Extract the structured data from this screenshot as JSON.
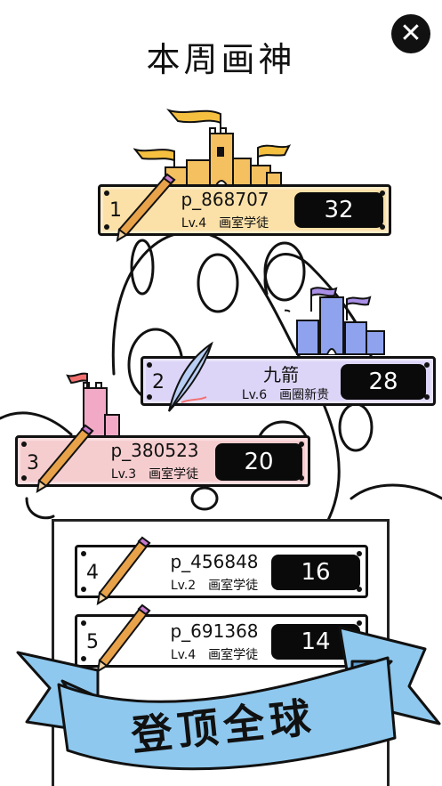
{
  "header": {
    "title": "本周画神",
    "close_icon": "close-x-icon"
  },
  "top3": [
    {
      "rank": "1",
      "name": "p_868707",
      "level": "Lv.4",
      "title": "画室学徒",
      "score": "32",
      "color": "#fbe0a8",
      "castle_color": "#f5c060"
    },
    {
      "rank": "2",
      "name": "九箭",
      "level": "Lv.6",
      "title": "画圈新贵",
      "score": "28",
      "color": "#ddd5f7",
      "castle_color": "#8ea2ee"
    },
    {
      "rank": "3",
      "name": "p_380523",
      "level": "Lv.3",
      "title": "画室学徒",
      "score": "20",
      "color": "#f6cdcf",
      "castle_color": "#f2a9c6"
    }
  ],
  "list": [
    {
      "rank": "4",
      "name": "p_456848",
      "level": "Lv.2",
      "title": "画室学徒",
      "score": "16"
    },
    {
      "rank": "5",
      "name": "p_691368",
      "level": "Lv.4",
      "title": "画室学徒",
      "score": "14"
    }
  ],
  "banner": {
    "text": "登顶全球",
    "color": "#8ec8ee"
  },
  "icons": [
    "pencil-icon",
    "feather-quill-icon",
    "castle-icon",
    "flag-icon"
  ]
}
